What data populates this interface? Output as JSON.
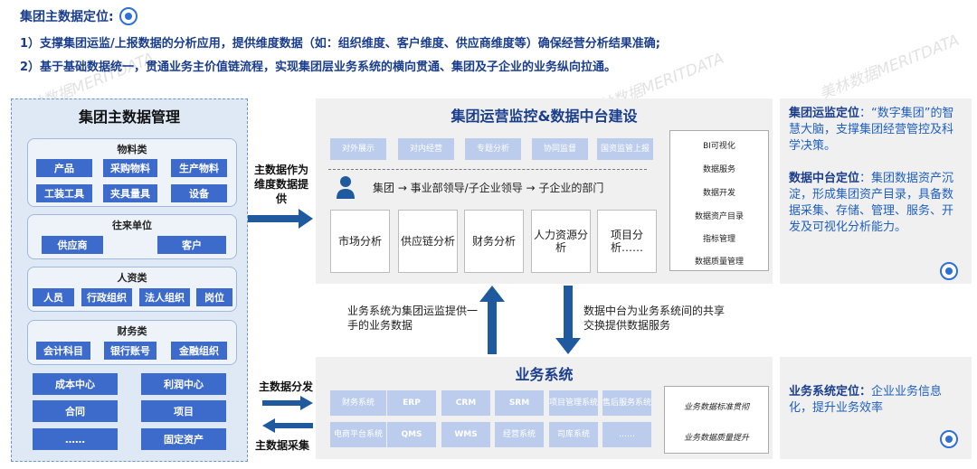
{
  "header": {
    "title": "集团主数据定位:",
    "line1": "1）支撑集团运监/上报数据的分析应用，提供维度数据（如：组织维度、客户维度、供应商维度等）确保经营分析结果准确;",
    "line2": "2）基于基础数据统一，贯通业务主价值链流程，实现集团层业务系统的横向贯通、集团及子企业的业务纵向拉通。"
  },
  "left_panel": {
    "title": "集团主数据管理",
    "groups": [
      {
        "title": "物料类",
        "items": [
          "产品",
          "采购物料",
          "生产物料",
          "工装工具",
          "夹具量具",
          "设备"
        ]
      },
      {
        "title": "往来单位",
        "items": [
          "供应商",
          "客户"
        ]
      },
      {
        "title": "人资类",
        "items": [
          "人员",
          "行政组织",
          "法人组织",
          "岗位"
        ]
      },
      {
        "title": "财务类",
        "items": [
          "会计科目",
          "银行账号",
          "金融组织"
        ]
      }
    ],
    "extra_items": [
      "成本中心",
      "利润中心",
      "合同",
      "项目",
      "……",
      "固定资产"
    ]
  },
  "arrows": {
    "to_top": "主数据作为维度数据提供",
    "distribute": "主数据分发",
    "collect": "主数据采集",
    "up": "业务系统为集团运监提供一手的业务数据",
    "down": "数据中台为业务系统间的共享交换提供数据服务"
  },
  "top_panel": {
    "title": "集团运营监控&数据中台建设",
    "tags": [
      "对外展示",
      "对内经营",
      "专题分析",
      "协同监督",
      "国资监管上报"
    ],
    "flow": "集团 → 事业部领导/子企业领导 → 子企业的部门",
    "analysis": [
      "市场分析",
      "供应链分析",
      "财务分析",
      "人力资源分析",
      "项目分析……"
    ],
    "data_platform": [
      "BI可视化",
      "数据服务",
      "数据开发",
      "数据资产目录",
      "指标管理",
      "数据质量管理"
    ]
  },
  "bottom_panel": {
    "title": "业务系统",
    "row1": [
      "财务系统",
      "ERP",
      "CRM",
      "SRM",
      "项目管理系统",
      "售后服务系统"
    ],
    "row2": [
      "电商平台系统",
      "QMS",
      "WMS",
      "经营系统",
      "司库系统",
      "……"
    ],
    "right_items": [
      "业务数据标准贯彻",
      "业务数据质量提升"
    ]
  },
  "definitions": {
    "ops": {
      "label": "集团运监定位",
      "text": "：“数字集团”的智慧大脑，支撑集团经营管控及科学决策。"
    },
    "platform": {
      "label": "数据中台定位",
      "text": "：集团数据资产沉淀，形成集团资产目录，具备数据采集、存储、管理、服务、开发及可视化分析能力。"
    },
    "biz": {
      "label": "业务系统定位：",
      "text": "企业业务信息化，提升业务效率"
    }
  },
  "watermark": "美林数据MERITDATA",
  "colors": {
    "chip": "#3d6bcc",
    "tag": "#bcccec",
    "arrow": "#1f5a9e",
    "title": "#1a3e8c"
  }
}
